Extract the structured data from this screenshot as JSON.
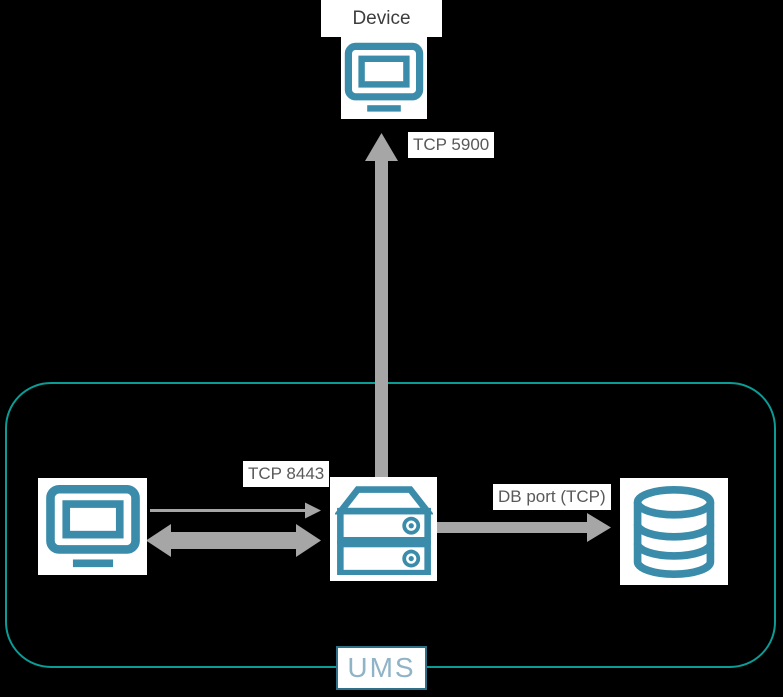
{
  "diagram": {
    "device": {
      "label": "Device"
    },
    "ums_zone": {
      "label": "UMS"
    },
    "connections": {
      "vnc": {
        "label": "TCP 5900",
        "direction": "up-to-device"
      },
      "https": {
        "label": "TCP 8443",
        "direction": "right-to-server"
      },
      "browser_server_sync": {
        "direction": "bidirectional"
      },
      "db": {
        "label": "DB port (TCP)",
        "direction": "right-to-database"
      }
    },
    "icons": {
      "device": "monitor-icon",
      "browser": "monitor-icon",
      "ums_server": "server-icon",
      "database": "database-icon"
    }
  },
  "colors": {
    "background": "#000000",
    "icon_teal": "#3a8caa",
    "zone_border": "#0b9c95",
    "arrow_gray": "#a6a6a6",
    "label_text": "#595959",
    "device_text": "#3d3d3d",
    "ums_box_border": "#2e7087",
    "ums_text": "#8fb3c7",
    "label_bg": "#ffffff"
  }
}
